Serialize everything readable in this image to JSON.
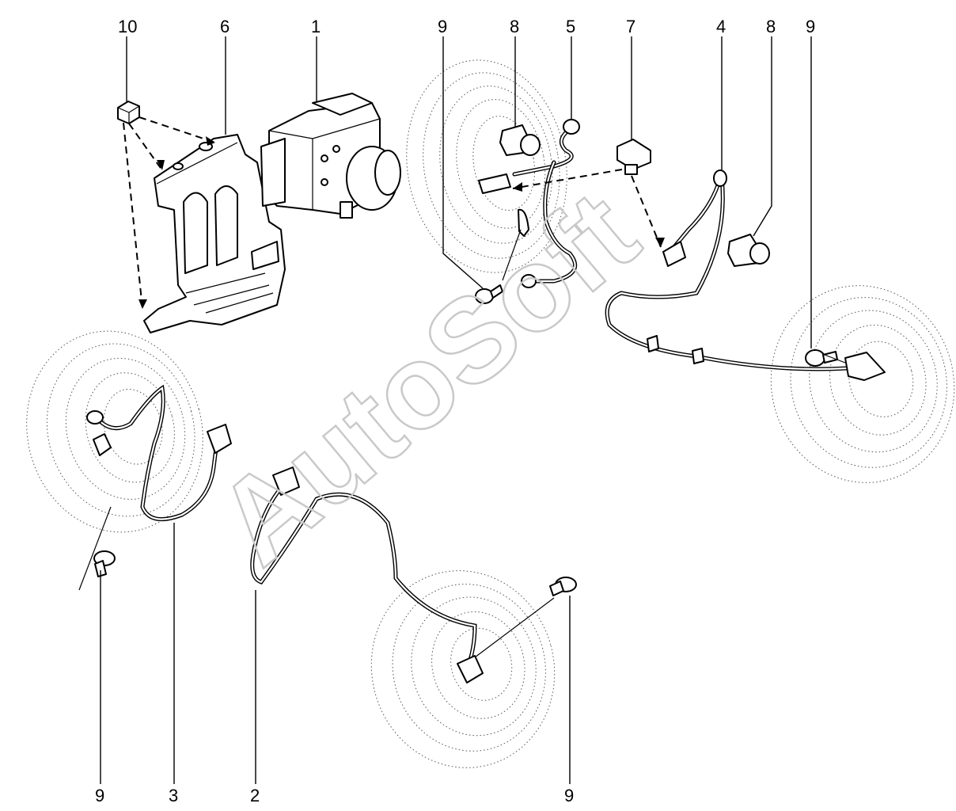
{
  "diagram": {
    "callouts": [
      {
        "id": "c10",
        "text": "10"
      },
      {
        "id": "c6",
        "text": "6"
      },
      {
        "id": "c1",
        "text": "1"
      },
      {
        "id": "c9a",
        "text": "9"
      },
      {
        "id": "c8a",
        "text": "8"
      },
      {
        "id": "c5",
        "text": "5"
      },
      {
        "id": "c7",
        "text": "7"
      },
      {
        "id": "c4",
        "text": "4"
      },
      {
        "id": "c8b",
        "text": "8"
      },
      {
        "id": "c9b",
        "text": "9"
      },
      {
        "id": "c9c",
        "text": "9"
      },
      {
        "id": "c3",
        "text": "3"
      },
      {
        "id": "c2",
        "text": "2"
      },
      {
        "id": "c9d",
        "text": "9"
      }
    ],
    "watermark": "AutoSoft"
  }
}
